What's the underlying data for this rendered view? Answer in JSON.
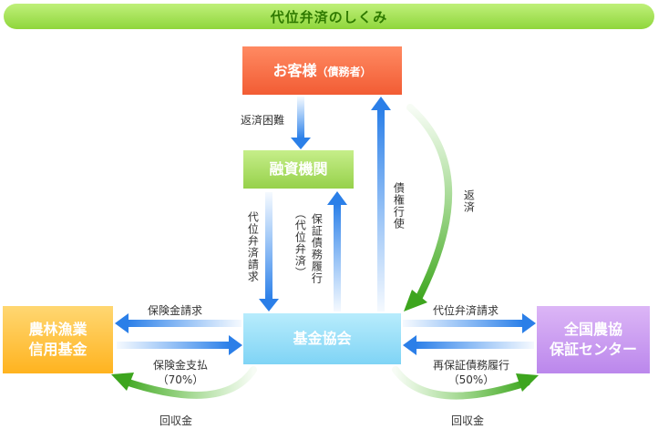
{
  "title": "代位弁済のしくみ",
  "nodes": {
    "customer": {
      "label": "お客様",
      "sub": "（債務者）"
    },
    "bank": {
      "label": "融資機関"
    },
    "fund": {
      "label": "基金協会"
    },
    "federation": {
      "line1": "農林漁業",
      "line2": "信用基金"
    },
    "center": {
      "line1": "全国農協",
      "line2": "保証センター"
    }
  },
  "edges": {
    "repay_difficulty": "返済困難",
    "subrogation_request_bank": "代位弁済請求",
    "guarantee_fulfil": "保証債務履行",
    "guarantee_fulfil_paren": "（代位弁済）",
    "right_exercise": "債権行使",
    "repayment": "返済",
    "insurance_claim": "保険金請求",
    "insurance_payment": "保険金支払",
    "insurance_payment_pct": "（70%）",
    "recovery_left": "回収金",
    "subrogation_request_center": "代位弁済請求",
    "reguarantee": "再保証債務履行",
    "reguarantee_pct": "（50%）",
    "recovery_right": "回収金"
  }
}
